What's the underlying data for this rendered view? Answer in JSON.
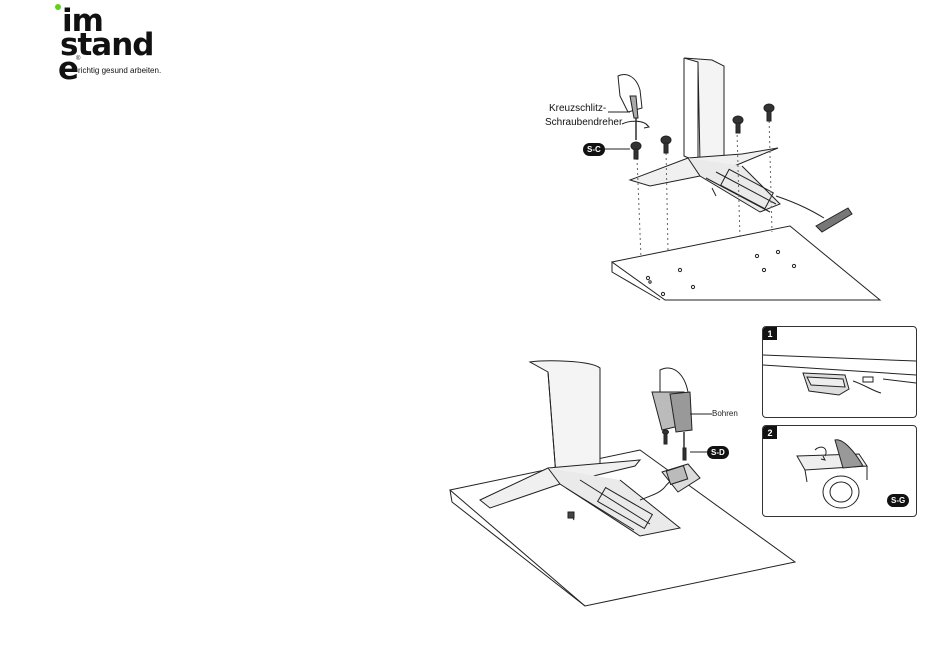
{
  "logo": {
    "line1": "im",
    "line2": "stand",
    "line3": "e",
    "registered": "®",
    "tagline": "richtig gesund arbeiten.",
    "brand_color": "#5fd21a"
  },
  "top_diagram": {
    "tool_label_line1": "Kreuzschlitz-",
    "tool_label_line2": "Schraubendreher",
    "screw_badge": "S-C"
  },
  "bottom_diagram": {
    "drill_label": "Bohren",
    "screw_badge": "S-D"
  },
  "detail_panels": [
    {
      "number": "1"
    },
    {
      "number": "2",
      "badge": "S-G"
    }
  ]
}
